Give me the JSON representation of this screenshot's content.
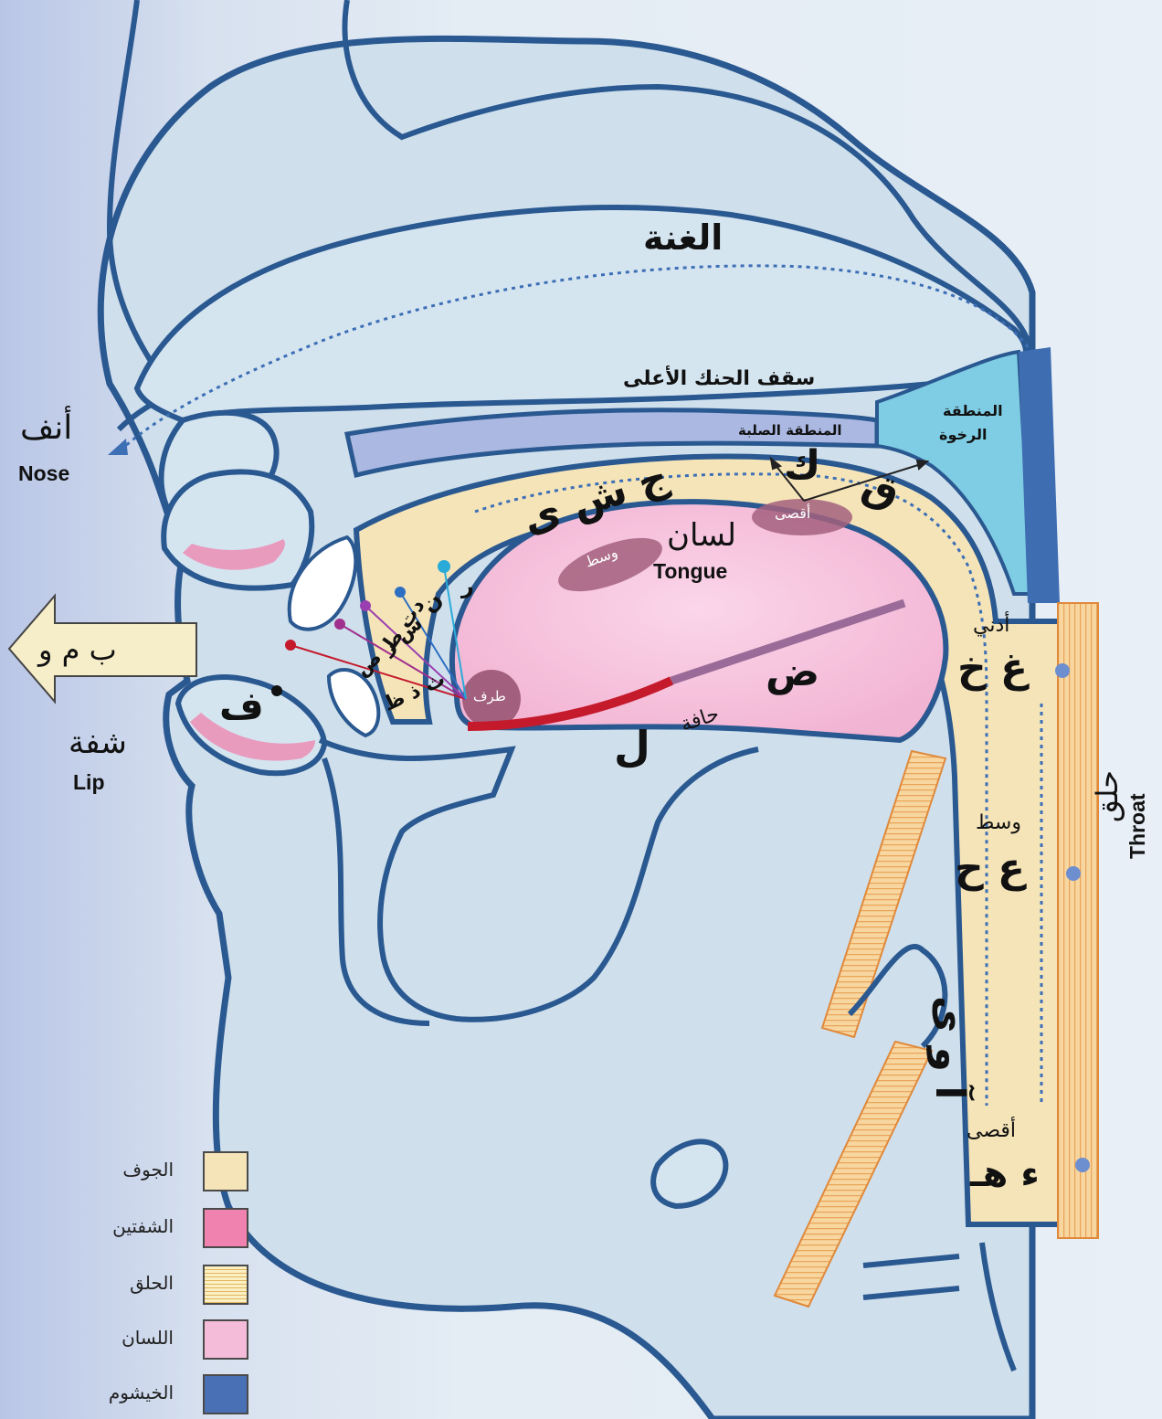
{
  "labels": {
    "ghunna": "الغنة",
    "hard_palate_roof": "سقف الحنك الأعلى",
    "hard_region": "المنطقة الصلبة",
    "soft_region_l1": "المنطقة",
    "soft_region_l2": "الرخوة",
    "nose_ar": "أنف",
    "nose_en": "Nose",
    "lip_ar": "شفة",
    "lip_en": "Lip",
    "tongue_ar": "لسان",
    "tongue_en": "Tongue",
    "throat_ar": "حلق",
    "throat_en": "Throat",
    "lip_letters": "ب م و",
    "fa": "ف",
    "jeem_sheen_ya": "ج ش ى",
    "kaf": "ك",
    "qaf": "ق",
    "aqsa_tongue": "أقصى",
    "wasat_tongue": "وسط",
    "taraf": "طرف",
    "dad": "ض",
    "lam": "ل",
    "hafa": "حافة",
    "ra": "ر",
    "nun": "ن",
    "ta_da_ta": "دت ط",
    "sad_zay_sin": "س ز ص",
    "tha_dhal_dha": "ث ذ ظ",
    "adna": "أدني",
    "ghain_kha": "غ خ",
    "wasat_throat": "وسط",
    "ain_ha": "ع ح",
    "jawf_letters": "آ و ى",
    "aqsa_throat": "أقصى",
    "hamza_ha": "ء هـ"
  },
  "legend": [
    {
      "name": "الجوف",
      "color": "#f5e4b8"
    },
    {
      "name": "الشفتين",
      "color": "#ef82ae"
    },
    {
      "name": "الحلق",
      "color": "#f6e6a8",
      "pattern": "striped"
    },
    {
      "name": "اللسان",
      "color": "#f4bcd8"
    },
    {
      "name": "الخيشوم",
      "color": "#4970b5"
    }
  ]
}
